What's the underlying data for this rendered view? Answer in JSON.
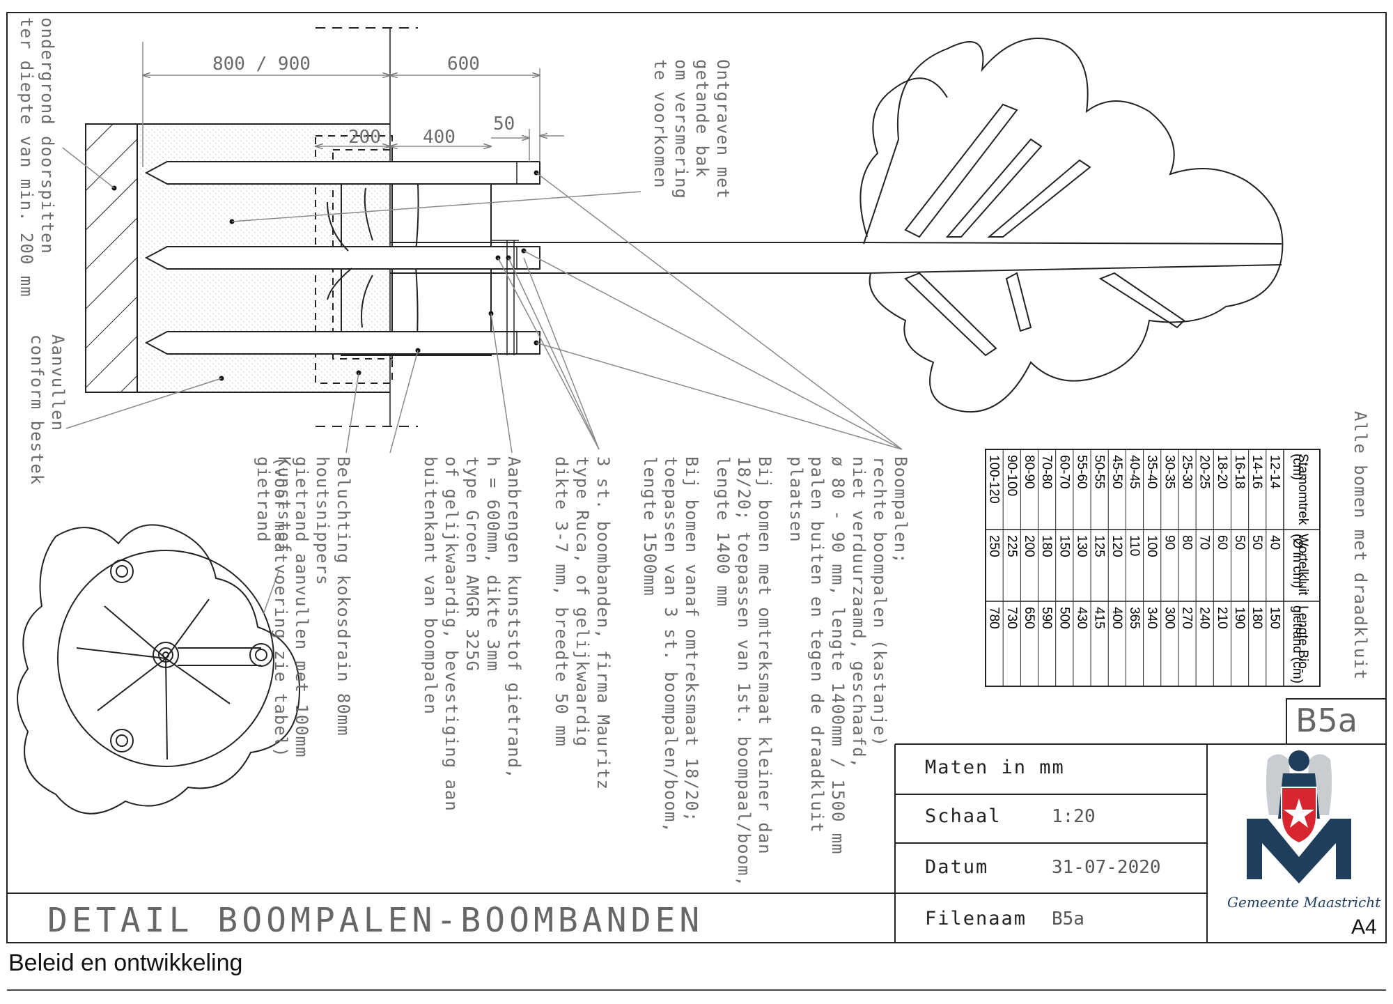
{
  "dimensions": {
    "d1": "800 / 900",
    "d2": "600",
    "d3": "200",
    "d4": "400",
    "d5": "50"
  },
  "annotations": {
    "ondergrond": [
      "ondergrond doorspitten",
      "ter diepte van min. 200 mm"
    ],
    "aanvullen": [
      "Aanvullen",
      "conform bestek"
    ],
    "ontgraven": [
      "Ontgraven met",
      "getande bak",
      "om versmering",
      "te voorkomen"
    ],
    "kunststof": [
      "Kunststof",
      "gietrand"
    ],
    "belucht": [
      "Beluchting kokosdrain 80mm",
      "houtsnippers",
      "gietrand aanvullen met 100mm",
      "(voor maatvoering zie tabel)"
    ],
    "gietrand": [
      "Aanbrengen kunststof gietrand,",
      "h = 600mm, dikte 3mm",
      "type Groen AMGR 325G",
      "of gelijkwaardig, bevestiging aan",
      "buitenkant van boompalen"
    ],
    "boombanden": [
      "3 st. boombanden, firma Mauritz",
      "type Ruca, of gelijkwaardig",
      "dikte 3-7 mm, breedte 50 mm"
    ],
    "boompalen": [
      "Boompalen;",
      "rechte boompalen (kastanje)",
      "niet verduurzaamd, geschaafd,",
      "ø 80 - 90 mm, lengte 1400mm / 1500 mm",
      "palen buiten en tegen de draadkluit",
      "plaatsen",
      "Bij bomen met omtreksmaat kleiner dan",
      "18/20; toepassen van 1st. boompaal/boom,",
      "lengte 1400 mm",
      "Bij bomen vanaf omtreksmaat 18/20;",
      "toepassen van 3 st. boompalen/boom,",
      "lengte 1500mm"
    ],
    "draadkluit": [
      "Alle bomen met draadkluit"
    ]
  },
  "table": {
    "headers": [
      [
        "Stamomtrek",
        "(cm)"
      ],
      [
        "Wortelkluit",
        "(Ø in cm)"
      ],
      [
        "Lengte Bio-",
        "gietrand (cm)"
      ]
    ],
    "rows": [
      [
        "12-14",
        "40",
        "150"
      ],
      [
        "14-16",
        "50",
        "180"
      ],
      [
        "16-18",
        "50",
        "190"
      ],
      [
        "18-20",
        "60",
        "210"
      ],
      [
        "20-25",
        "70",
        "240"
      ],
      [
        "25-30",
        "80",
        "270"
      ],
      [
        "30-35",
        "90",
        "300"
      ],
      [
        "35-40",
        "100",
        "340"
      ],
      [
        "40-45",
        "110",
        "365"
      ],
      [
        "45-50",
        "120",
        "400"
      ],
      [
        "50-55",
        "125",
        "415"
      ],
      [
        "55-60",
        "130",
        "430"
      ],
      [
        "60-70",
        "150",
        "500"
      ],
      [
        "70-80",
        "180",
        "590"
      ],
      [
        "80-90",
        "200",
        "650"
      ],
      [
        "90-100",
        "225",
        "730"
      ],
      [
        "100-120",
        "250",
        "780"
      ]
    ]
  },
  "title_block": {
    "code": "B5a",
    "maten_label": "Maten in mm",
    "schaal_label": "Schaal",
    "schaal_value": "1:20",
    "datum_label": "Datum",
    "datum_value": "31-07-2020",
    "filenaam_label": "Filenaam",
    "filenaam_value": "B5a",
    "title": "DETAIL BOOMPALEN-BOOMBANDEN",
    "org": "Gemeente Maastricht",
    "size": "A4"
  },
  "footer": "Beleid en ontwikkeling",
  "colors": {
    "logo_navy": "#1f3e5c",
    "logo_red": "#d7262f",
    "line": "#222222",
    "leader": "#8a8a8a"
  }
}
